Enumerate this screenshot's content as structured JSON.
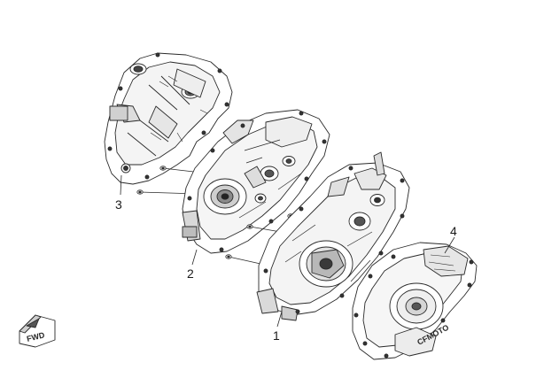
{
  "callouts": {
    "p1": "1",
    "p2": "2",
    "p3": "3",
    "p4": "4"
  },
  "cover_logo_text": "CFMOTO",
  "direction_badge_text": "FWD",
  "colors": {
    "line": "#2a2a2a",
    "fill": "#ffffff",
    "shade": "#dcdcdc",
    "dark": "#555555"
  },
  "icons": [
    "forward-direction-icon"
  ]
}
